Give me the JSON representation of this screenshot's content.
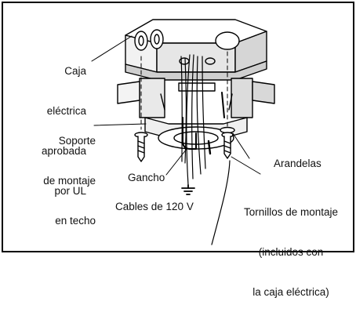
{
  "diagram": {
    "labels": {
      "junction_box": [
        "Caja",
        "eléctrica",
        "aprobada",
        "por UL"
      ],
      "ceiling_bracket": [
        "Soporte",
        "de montaje",
        "en techo"
      ],
      "hook": "Gancho",
      "washers": "Arandelas",
      "wires": "Cables de 120 V",
      "mounting_screws": [
        "Tornillos de montaje",
        "(incluidos con",
        "la caja eléctrica)"
      ]
    },
    "icons": [
      "ground-symbol-icon"
    ]
  }
}
